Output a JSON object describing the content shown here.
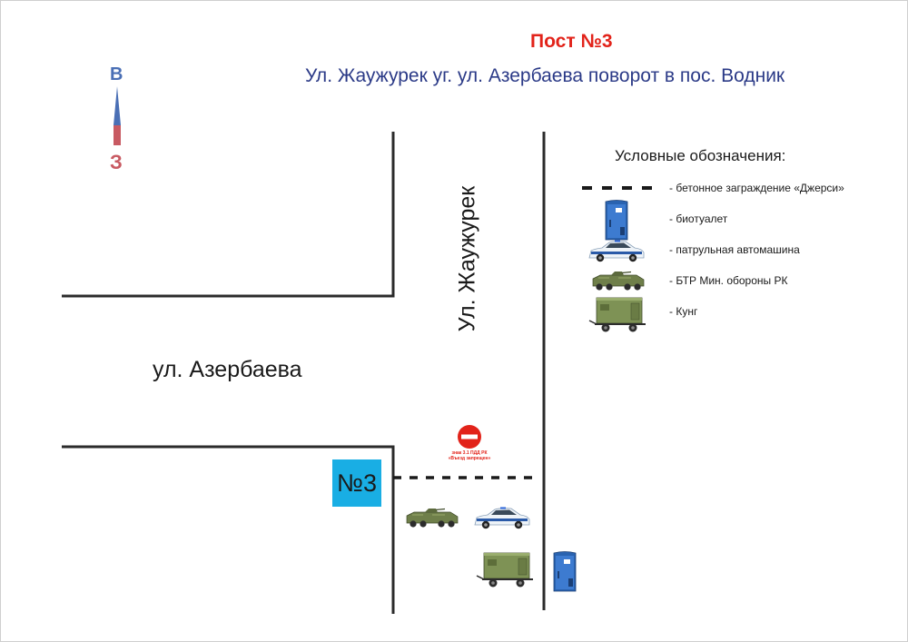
{
  "header": {
    "title": "Пост №3",
    "subtitle": "Ул. Жаужурек уг. ул. Азербаева поворот в пос. Водник"
  },
  "compass": {
    "top_label": "В",
    "bottom_label": "З"
  },
  "streets": {
    "horizontal": "ул. Азербаева",
    "vertical": "Ул. Жаужурек"
  },
  "post": {
    "label": "№3"
  },
  "sign": {
    "text_line1": "знак 3.1 ПДД РК",
    "text_line2": "«Въезд запрещен»"
  },
  "legend": {
    "title": "Условные обозначения:",
    "items": [
      {
        "icon": "jersey-barrier-icon",
        "label": "- бетонное заграждение «Джерси»"
      },
      {
        "icon": "portable-toilet-icon",
        "label": "- биотуалет"
      },
      {
        "icon": "patrol-car-icon",
        "label": "- патрульная автомашина"
      },
      {
        "icon": "apc-icon",
        "label": "- БТР Мин. обороны РК"
      },
      {
        "icon": "kung-truck-icon",
        "label": "- Кунг"
      }
    ]
  },
  "colors": {
    "title_red": "#e2231a",
    "subtitle_blue": "#2b3a87",
    "post_box": "#19aee4",
    "compass_blue": "#4a6fb5",
    "compass_red": "#c85a62",
    "military_green": "#6f7f4a",
    "toilet_blue": "#2a63b0"
  }
}
